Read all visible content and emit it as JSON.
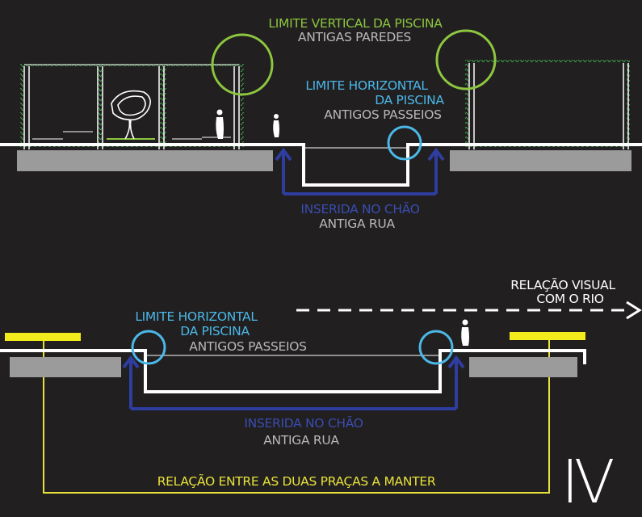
{
  "colors": {
    "background": "#211f20",
    "green": "#8dc63f",
    "blue": "#4bb8e8",
    "navy": "#2e3d9e",
    "yellow": "#e8e23a",
    "grey": "#9b9b9b",
    "white": "#ffffff"
  },
  "top_section": {
    "vertical_limit_title": "LIMITE VERTICAL DA PISCINA",
    "vertical_limit_sub": "ANTIGAS PAREDES",
    "horizontal_limit_line1": "LIMITE HORIZONTAL",
    "horizontal_limit_line2": "DA PISCINA",
    "horizontal_limit_sub": "ANTIGOS PASSEIOS",
    "inserted_title": "INSERIDA NO CHÃO",
    "inserted_sub": "ANTIGA RUA"
  },
  "bottom_section": {
    "visual_relation_line1": "RELAÇÃO VISUAL",
    "visual_relation_line2": "COM O RIO",
    "horizontal_limit_line1": "LIMITE HORIZONTAL",
    "horizontal_limit_line2": "DA PISCINA",
    "horizontal_limit_sub": "ANTIGOS PASSEIOS",
    "inserted_title": "INSERIDA NO CHÃO",
    "inserted_sub": "ANTIGA RUA",
    "squares_relation": "RELAÇÃO ENTRE AS DUAS PRAÇAS A MANTER"
  },
  "section_number": "IV",
  "icons": [
    "person-figure-icon",
    "tree-sculpture-icon",
    "up-arrow-icon",
    "dashed-right-arrow-icon"
  ]
}
